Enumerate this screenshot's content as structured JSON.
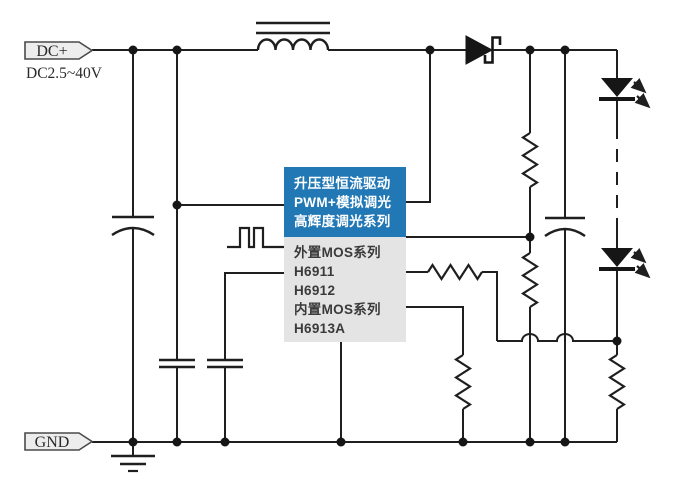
{
  "diagram": {
    "type": "circuit-schematic",
    "description_source": "boost constant-current LED driver application schematic",
    "components": [
      "input-inductor",
      "schottky-diode",
      "input-electrolytic-capacitor",
      "ceramic-capacitor-1",
      "ceramic-capacitor-2",
      "output-electrolytic-capacitor",
      "feedback-resistor-upper",
      "feedback-resistor-lower",
      "dimming-series-resistor",
      "sense-resistor",
      "led-string-resistor",
      "led-1",
      "led-2",
      "pwm-input-waveform",
      "ground-symbol",
      "junction-dots",
      "wire-hops"
    ]
  },
  "labels": {
    "dc_plus": "DC+",
    "input_range": "DC2.5~40V",
    "gnd": "GND"
  },
  "ic_block": {
    "header_lines": [
      "升压型恒流驱动",
      "PWM+模拟调光",
      "高辉度调光系列"
    ],
    "body_lines": [
      "外置MOS系列",
      "H6911",
      "H6912",
      "内置MOS系列",
      "H6913A"
    ]
  },
  "colors": {
    "wire": "#1f1f1f",
    "accent_blue": "#2178b5",
    "panel_gray": "#e4e4e4",
    "label_fill": "#ededed",
    "background": "#ffffff"
  }
}
